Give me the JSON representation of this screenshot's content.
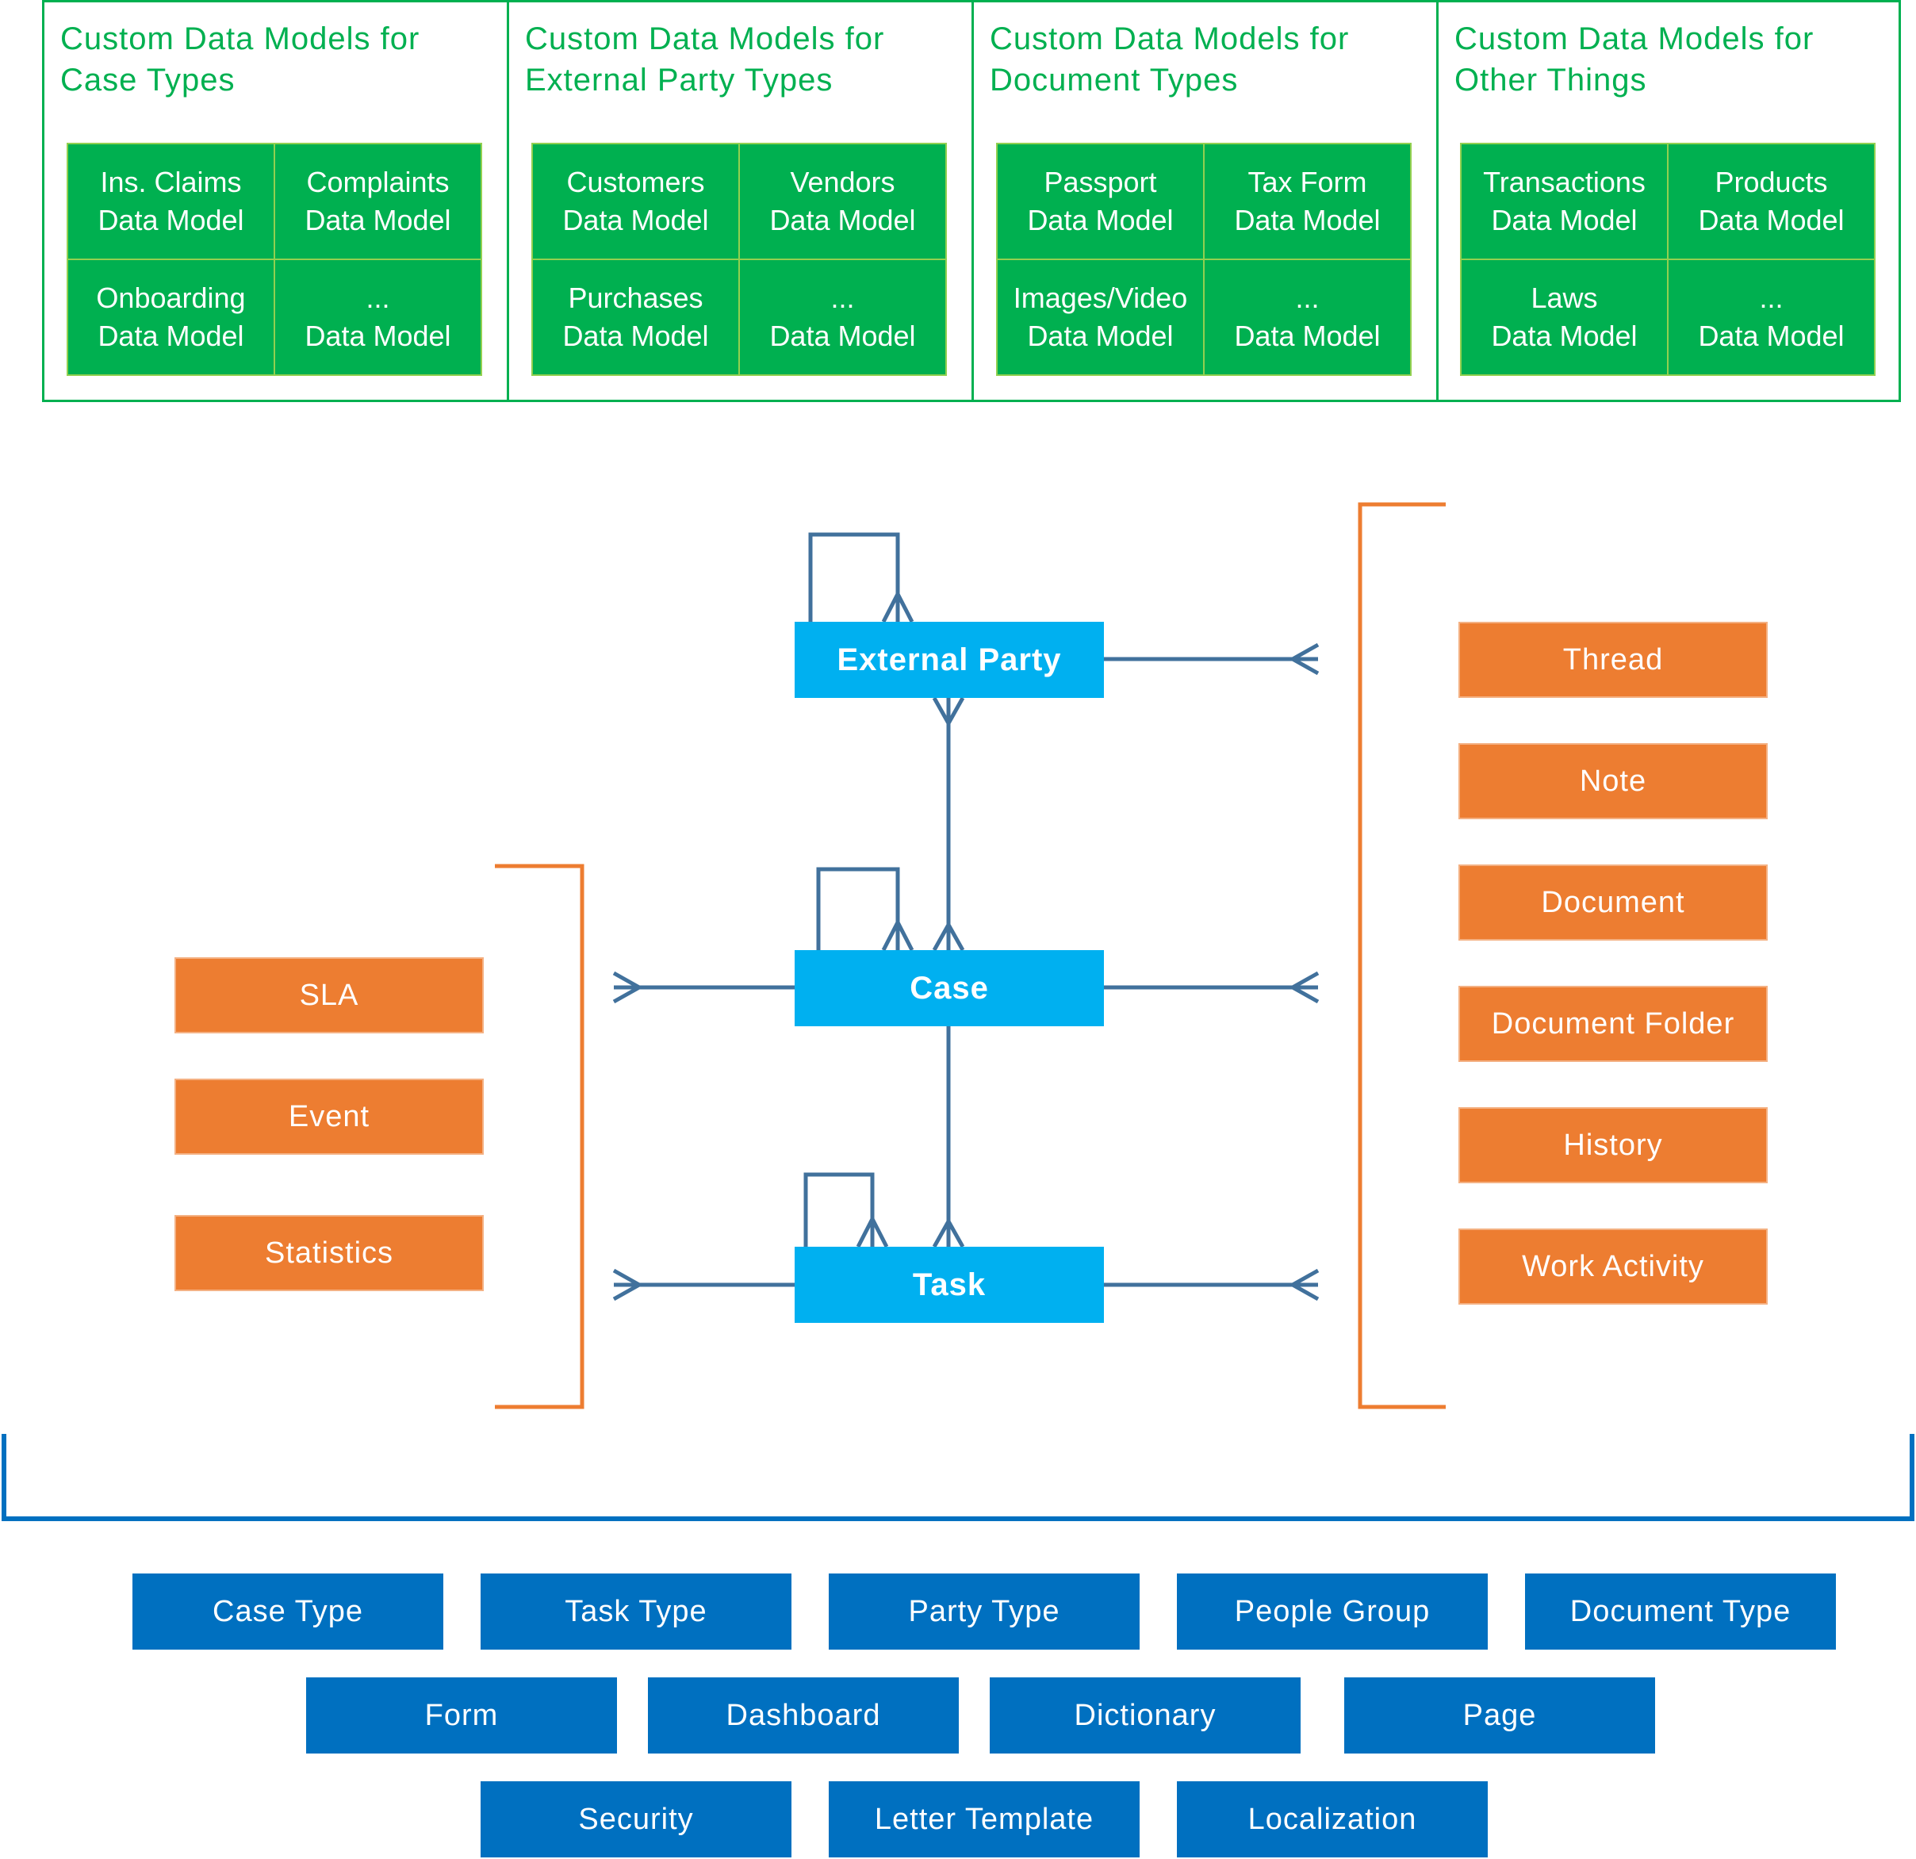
{
  "custom_models": [
    {
      "title_line1": "Custom Data Models for",
      "title_line2": "Case Types",
      "cells": [
        [
          "Ins. Claims",
          "Data Model"
        ],
        [
          "Complaints",
          "Data Model"
        ],
        [
          "Onboarding",
          "Data Model"
        ],
        [
          "...",
          "Data Model"
        ]
      ]
    },
    {
      "title_line1": "Custom Data Models for",
      "title_line2": "External Party Types",
      "cells": [
        [
          "Customers",
          "Data Model"
        ],
        [
          "Vendors",
          "Data Model"
        ],
        [
          "Purchases",
          "Data Model"
        ],
        [
          "...",
          "Data Model"
        ]
      ]
    },
    {
      "title_line1": "Custom Data Models for",
      "title_line2": "Document Types",
      "cells": [
        [
          "Passport",
          "Data Model"
        ],
        [
          "Tax Form",
          "Data Model"
        ],
        [
          "Images/Video",
          "Data Model"
        ],
        [
          "...",
          "Data Model"
        ]
      ]
    },
    {
      "title_line1": "Custom Data Models for",
      "title_line2": "Other Things",
      "cells": [
        [
          "Transactions",
          "Data Model"
        ],
        [
          "Products",
          "Data Model"
        ],
        [
          "Laws",
          "Data Model"
        ],
        [
          "...",
          "Data Model"
        ]
      ]
    }
  ],
  "entities": {
    "external_party": "External Party",
    "case": "Case",
    "task": "Task"
  },
  "left_items": [
    "SLA",
    "Event",
    "Statistics"
  ],
  "right_items": [
    "Thread",
    "Note",
    "Document",
    "Document Folder",
    "History",
    "Work Activity"
  ],
  "config_items": {
    "row1": [
      "Case Type",
      "Task Type",
      "Party Type",
      "People Group",
      "Document Type"
    ],
    "row2": [
      "Form",
      "Dashboard",
      "Dictionary",
      "Page"
    ],
    "row3": [
      "Security",
      "Letter Template",
      "Localization"
    ]
  },
  "colors": {
    "green": "#00b050",
    "green_border": "#92d050",
    "entity": "#00b0f0",
    "orange": "#ed7d31",
    "blue": "#0070c0",
    "line": "#41719c"
  }
}
